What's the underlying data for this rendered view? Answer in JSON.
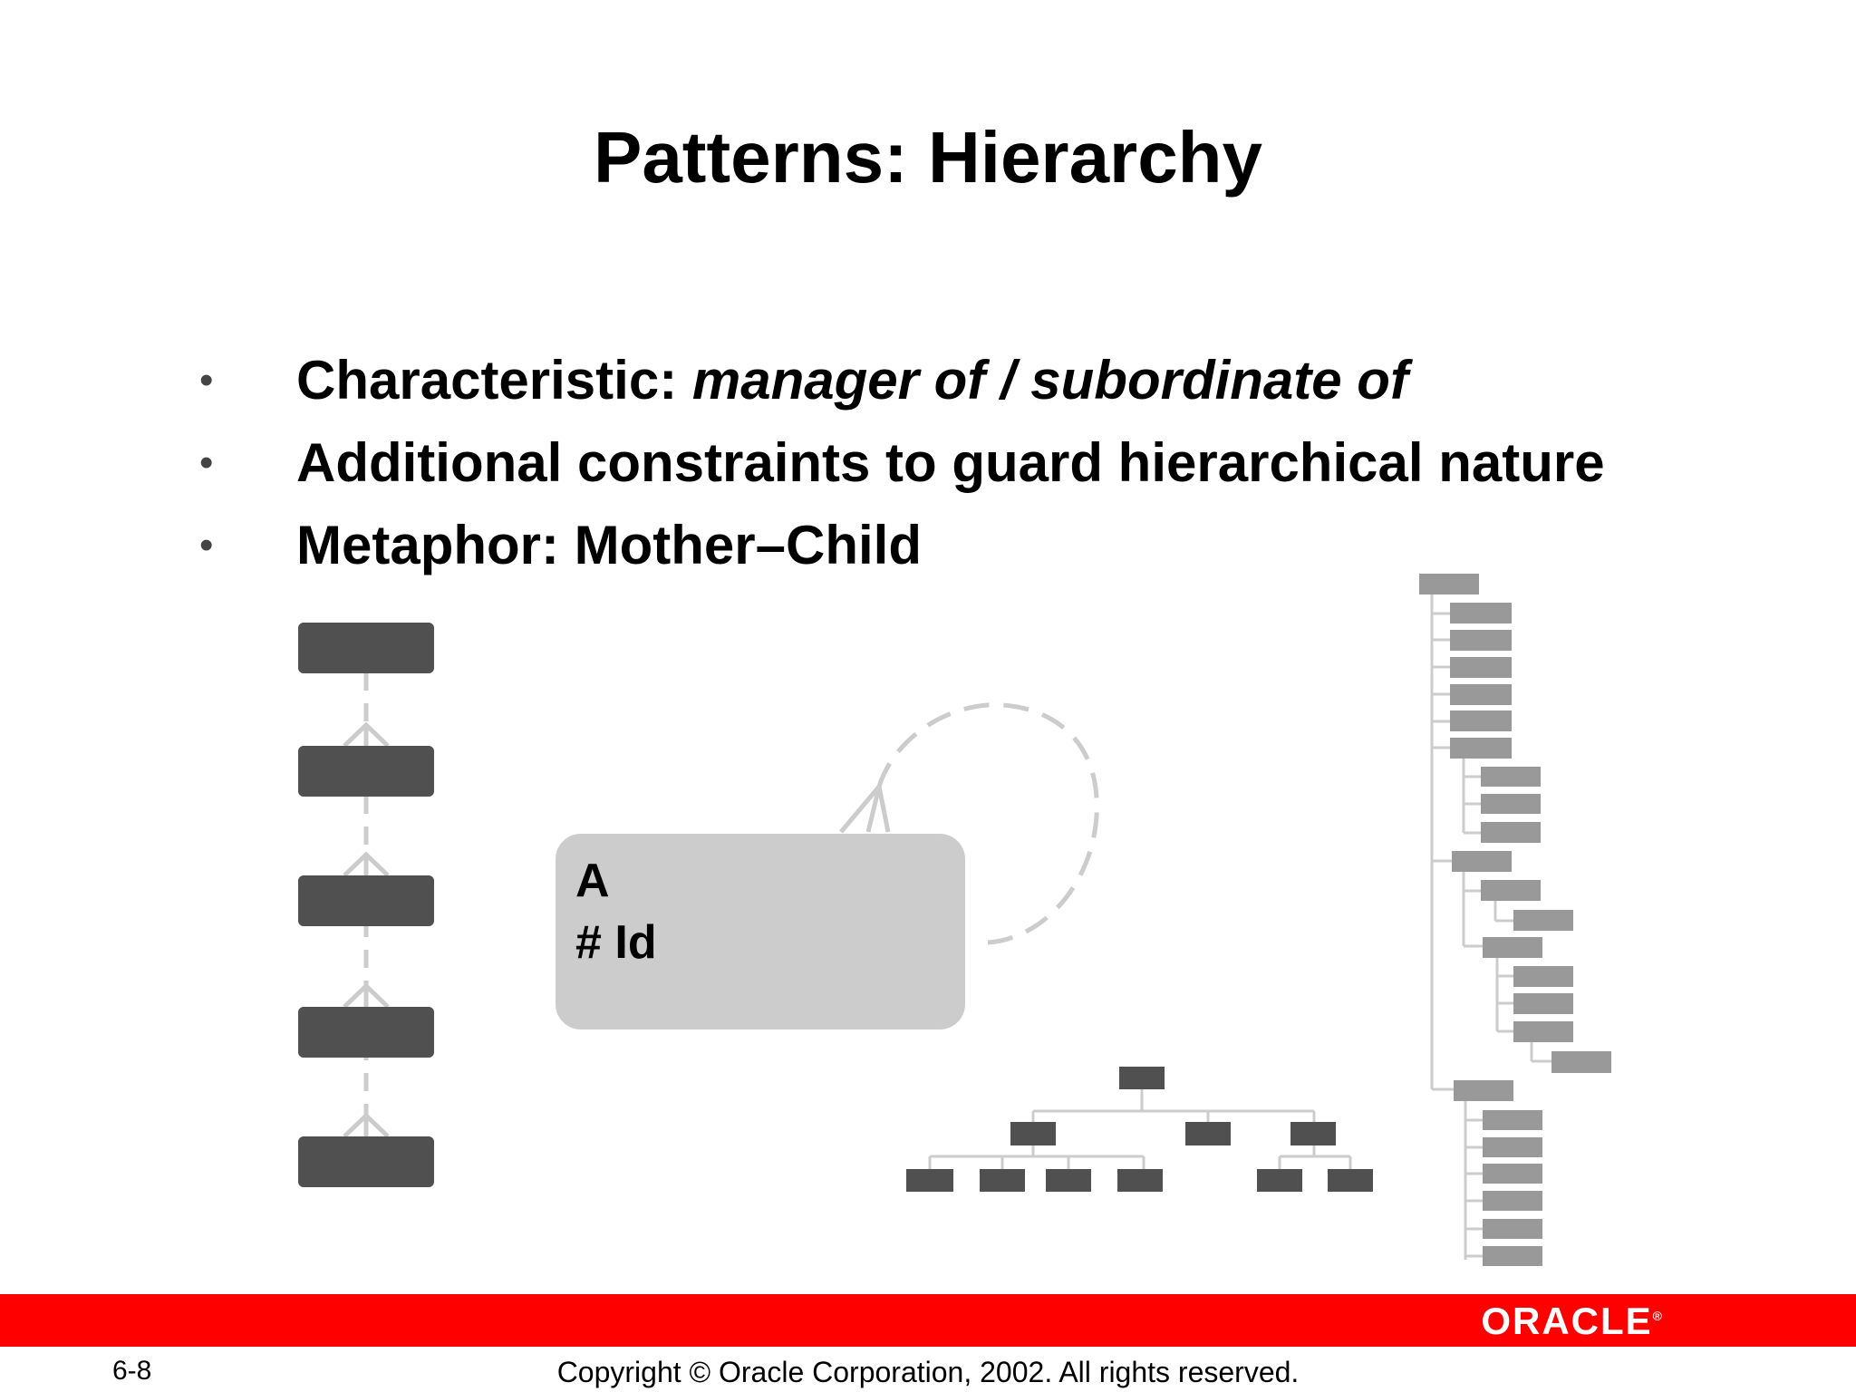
{
  "slide": {
    "title": "Patterns: Hierarchy",
    "bullets": [
      {
        "label": "Characteristic: ",
        "emphasis": "manager of / subordinate of"
      },
      {
        "label": "Additional constraints to guard hierarchical nature",
        "emphasis": ""
      },
      {
        "label": "Metaphor: Mother–Child",
        "emphasis": ""
      }
    ],
    "bullet_symbol": "•"
  },
  "entity": {
    "name": "A",
    "attribute": "# Id"
  },
  "footer": {
    "logo": "ORACLE",
    "logo_mark": "®",
    "page_number": "6-8",
    "copyright": "Copyright © Oracle Corporation, 2002. All rights reserved."
  },
  "colors": {
    "accent_bar": "#ff0000",
    "dark_box": "#505050",
    "entity_fill": "#cccccc",
    "light_box": "#999999",
    "line": "#cccccc"
  }
}
